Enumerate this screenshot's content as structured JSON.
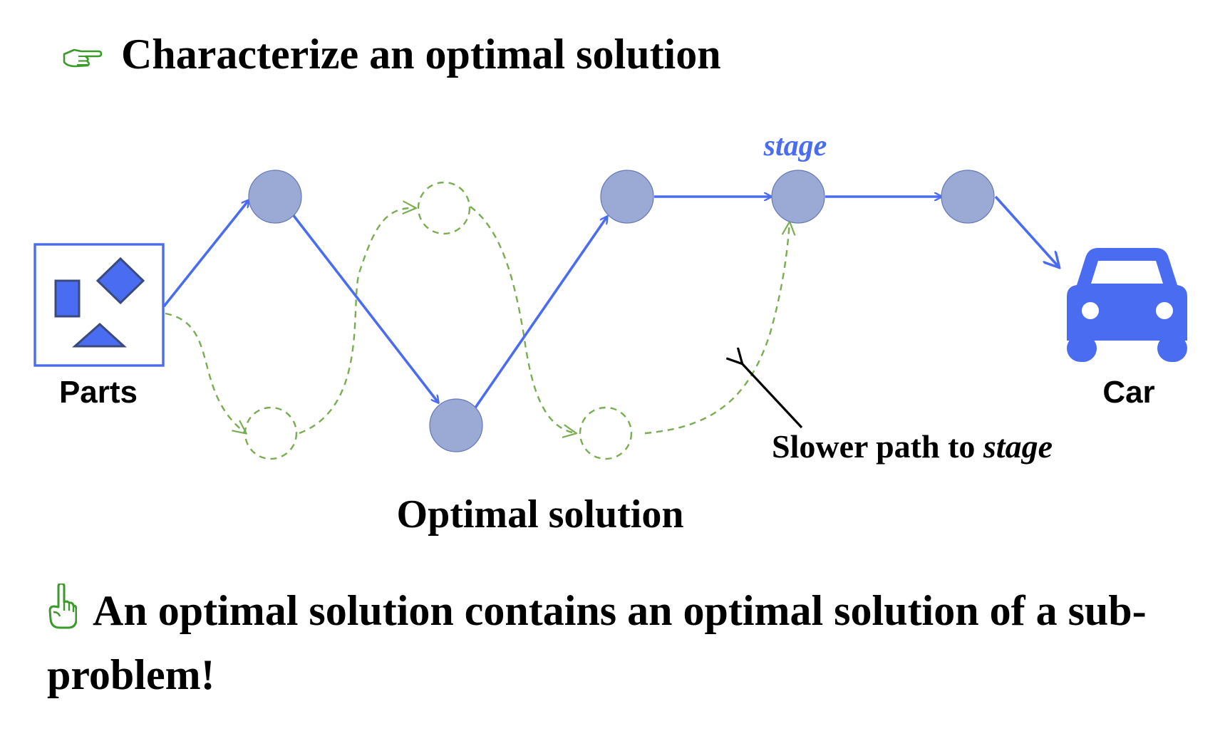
{
  "heading": {
    "icon": "pointing-hand-icon",
    "text": "Characterize an optimal solution"
  },
  "diagram": {
    "parts_label": "Parts",
    "car_label": "Car",
    "stage_label": "stage",
    "optimal_label": "Optimal solution",
    "slower_label": "Slower path to ",
    "slower_label_emph": "stage",
    "colors": {
      "optimal_path": "#4a6cf0",
      "slower_path": "#7aad53",
      "node_fill": "#9aaad4",
      "car": "#4a6cf0",
      "stage_text": "#4a6cf0"
    }
  },
  "conclusion": {
    "icon": "index-finger-up-icon",
    "text": "An optimal solution contains an optimal solution of a sub-problem!"
  }
}
